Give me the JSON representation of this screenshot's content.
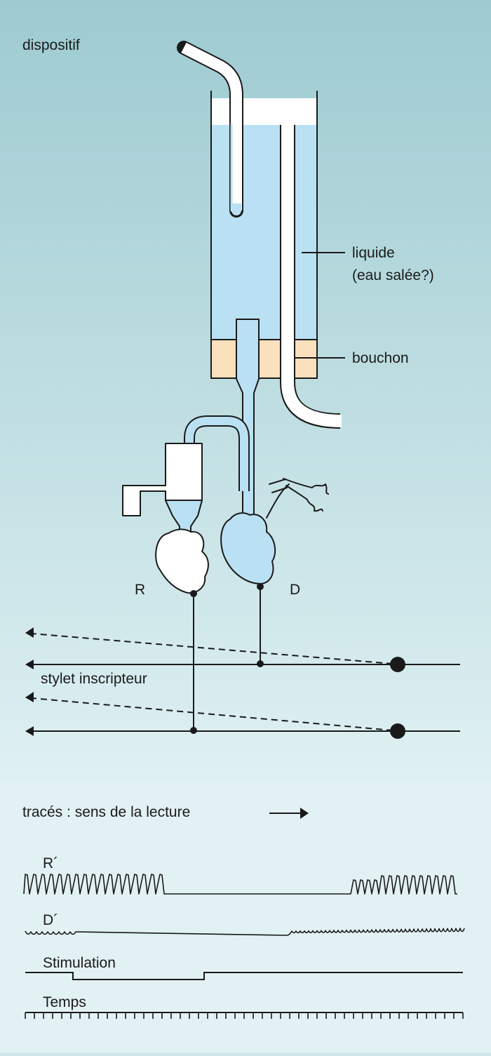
{
  "setup": {
    "title": "dispositif",
    "labels": {
      "liquid_line1": "liquide",
      "liquid_line2": "(eau salée?)",
      "stopper": "bouchon",
      "heart_r": "R",
      "heart_d": "D",
      "stylus": "stylet inscripteur"
    }
  },
  "traces": {
    "heading": "tracés : sens de la lecture",
    "labels": {
      "r_prime": "R´",
      "d_prime": "D´",
      "stimulation": "Stimulation",
      "time": "Temps"
    }
  },
  "colors": {
    "bg_top": "#9dcbd1",
    "bg_bottom": "#dff0f2",
    "traces_bg": "#e2f1f3",
    "liquid": "#b9e1f3",
    "stopper": "#fbe0bd",
    "tube": "#ffffff",
    "ink": "#1a1a1a"
  }
}
